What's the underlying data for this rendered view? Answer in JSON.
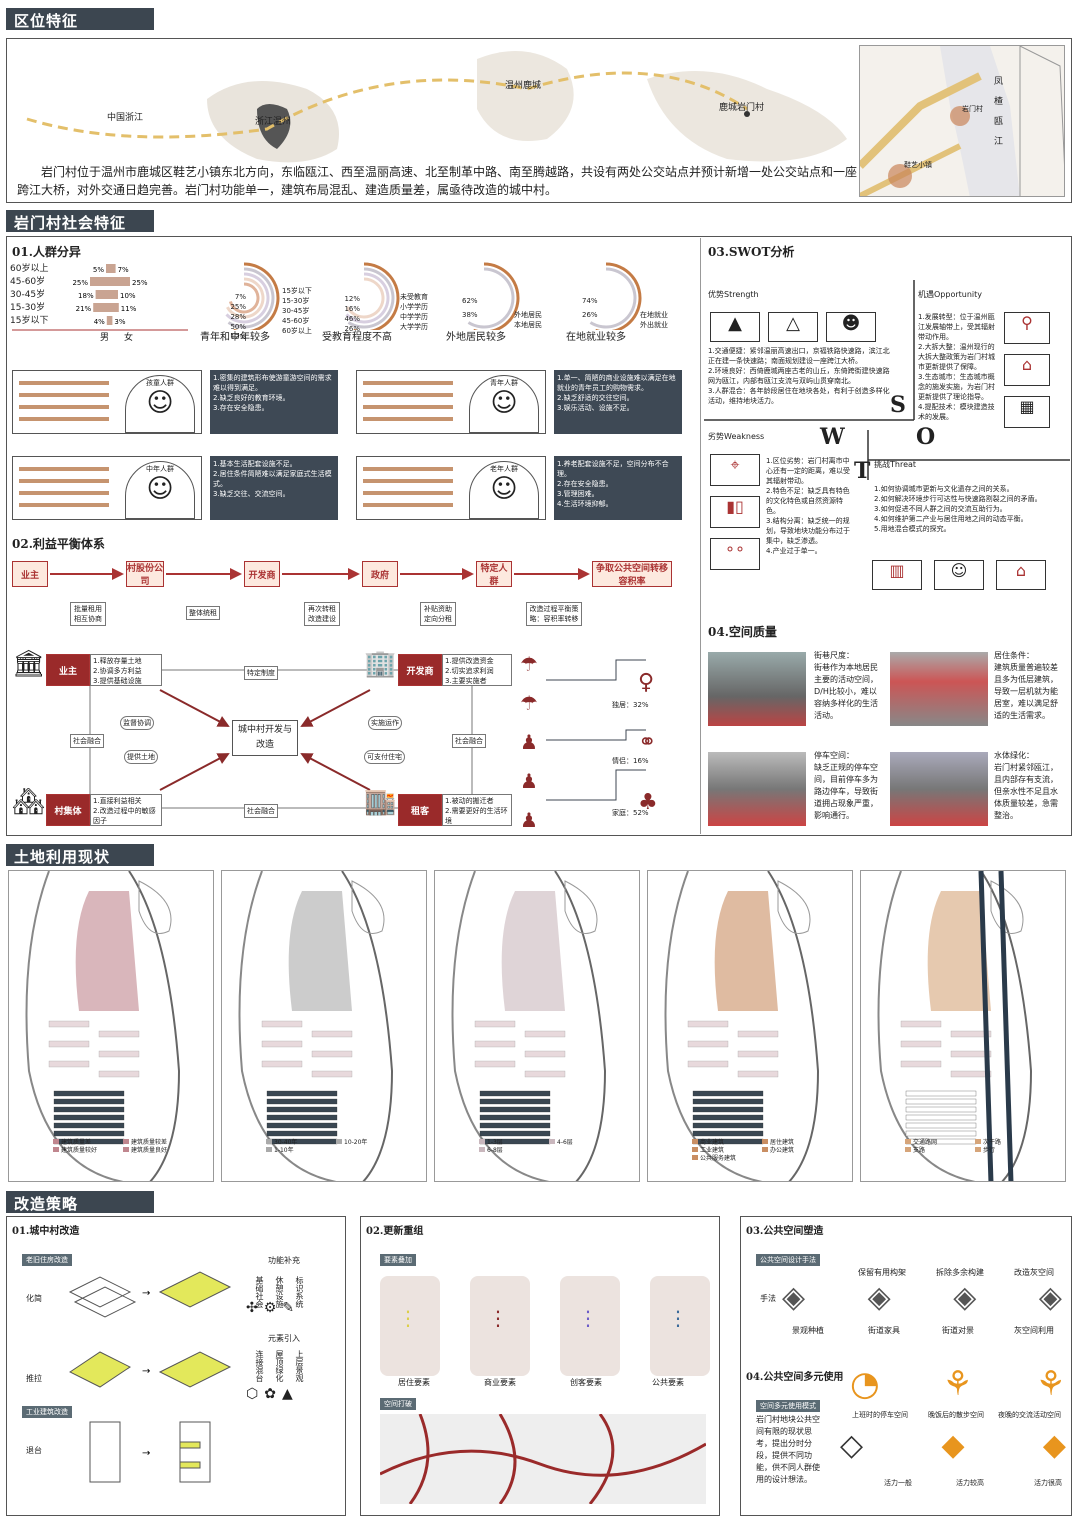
{
  "sections": {
    "location": "区位特征",
    "social": "岩门村社会特征",
    "landuse": "土地利用现状",
    "strategy": "改造策略"
  },
  "location": {
    "places": [
      "中国浙江",
      "浙江温州",
      "温州鹿城",
      "鹿城岩门村"
    ],
    "mapLabels": [
      "岩门村",
      "鞋艺小镇",
      "凤",
      "楂",
      "瓯",
      "江"
    ],
    "desc": "岩门村位于温州市鹿城区鞋艺小镇东北方向，东临瓯江、西至温丽高速、北至制革中路、南至腾越路，共设有两处公交站点并预计新增一处公交站点和一座跨江大桥，对外交通日趋完善。岩门村功能单一，建筑布局混乱、建造质量差，属亟待改造的城中村。"
  },
  "population": {
    "title": "01.人群分异",
    "ages": [
      "60岁以上",
      "45-60岁",
      "30-45岁",
      "15-30岁",
      "15岁以下"
    ],
    "male": [
      "5%",
      "25%",
      "18%",
      "21%",
      "4%"
    ],
    "female": [
      "7%",
      "25%",
      "10%",
      "11%",
      "3%"
    ],
    "maleVals": [
      5,
      25,
      18,
      21,
      4
    ],
    "femaleVals": [
      7,
      25,
      10,
      11,
      3
    ],
    "axis": [
      "男",
      "女"
    ],
    "donuts": [
      {
        "caption": "青年和中年较多",
        "legend": [
          "15岁以下",
          "15-30岁",
          "30-45岁",
          "45-60岁",
          "60岁以上"
        ],
        "pcts": [
          "7%",
          "25%",
          "28%",
          "50%",
          "12%"
        ]
      },
      {
        "caption": "受教育程度不高",
        "legend": [
          "未受教育",
          "小学学历",
          "中学学历",
          "大学学历"
        ],
        "pcts": [
          "12%",
          "16%",
          "46%",
          "26%"
        ]
      },
      {
        "caption": "外地居民较多",
        "legend": [
          "外地居民",
          "本地居民"
        ],
        "pcts": [
          "62%",
          "38%"
        ]
      },
      {
        "caption": "在地就业较多",
        "legend": [
          "在地就业",
          "外出就业"
        ],
        "pcts": [
          "74%",
          "26%"
        ]
      }
    ],
    "groups": [
      {
        "name": "孩童人群",
        "text": [
          "1.密集的建筑形布使游童游空间的需求难以得到满足。",
          "2.缺乏良好的教育环境。",
          "3.存在安全隐患。"
        ]
      },
      {
        "name": "青年人群",
        "text": [
          "1.单一、简陋的商业设施难以满足在地就业的青年员工的购物需求。",
          "2.缺乏舒适的交往空间。",
          "3.娱乐活动、设施不足。"
        ]
      },
      {
        "name": "中年人群",
        "text": [
          "1.基本生活配套设施不足。",
          "2.居住条件简陋难以满足家庭式生活模式。",
          "3.缺乏交往、交流空间。"
        ]
      },
      {
        "name": "老年人群",
        "text": [
          "1.养老配套设施不足，空间分布不合理。",
          "2.存在安全隐患。",
          "3.管理困难。",
          "4.生活环境抑郁。"
        ]
      }
    ]
  },
  "interest": {
    "title": "02.利益平衡体系",
    "nodes": [
      "业主",
      "村股份公司",
      "开发商",
      "政府",
      "特定人群",
      "争取公共空间转移容积率"
    ],
    "notes": [
      "批量租用相互协商",
      "整体统租",
      "再次转租改造建设",
      "补贴资助定向分租",
      "改造过程平衡策略：容积率转移"
    ],
    "actors": [
      "业主",
      "开发商",
      "村集体",
      "租客"
    ],
    "actorText": [
      [
        "1.释放存量土地",
        "2.协调多方利益",
        "3.提供基础设施"
      ],
      [
        "1.提供改造资金",
        "2.切实追求利润",
        "3.主要实施者"
      ],
      [
        "1.直接利益相关",
        "2.改造过程中的敏感因子"
      ],
      [
        "1.被动的搬迁者",
        "2.需要更好的生活环境"
      ]
    ],
    "center": "城中村开发与改造",
    "links": [
      "特定制度",
      "社会融合",
      "社会融合",
      "社会融合",
      "监督协调",
      "提供土地",
      "实施运作",
      "可支付住宅"
    ],
    "stats": [
      "独居：32%",
      "情侣：16%",
      "家庭：52%"
    ]
  },
  "swot": {
    "title": "03.SWOT分析",
    "strength": {
      "head": "优势Strength",
      "text": [
        "1.交通便捷：紧邻温丽高速出口，京福铁路快速路，滨江北正在建一条快速路；南面规划建设一座跨江大桥。",
        "2.环境良好：西倚鹿城两座古老的山丘，东倚跨街建快速路网为瓯江，内部有瓯江支流与双屿山贯穿南北。",
        "3.人群混合：各年龄段居住在地块各处，有利于创造多样化活动，维持地块活力。"
      ]
    },
    "opportunity": {
      "head": "机遇Opportunity",
      "text": [
        "1.发展转型：位于温州瓯江发展轴带上，受其辐射带动作用。",
        "2.大拆大整：温州现行的大拆大整政策为岩门村城市更新提供了保障。",
        "3.生态城市：生态城市概念的施发实施，为岩门村更新提供了理论指导。",
        "4.提配技术：模块建造技术的发展。"
      ]
    },
    "weakness": {
      "head": "劣势Weakness",
      "text": [
        "1.区位劣势：岩门村离市中心还有一定的距离，难以受其辐射带动。",
        "2.特色不足：缺乏具有特色的文化特色或自然资源特色。",
        "3.结构分离：缺乏统一的规划，导致地块功能分布过于集中，缺乏渗透。",
        "4.产业过于单一。"
      ]
    },
    "threat": {
      "head": "挑战Threat",
      "text": [
        "1.如何协调城市更新与文化遗存之间的关系。",
        "2.如何解决环境步行可达性与快速路割裂之间的矛盾。",
        "3.如何促进不同人群之间的交流互助行为。",
        "4.如何维护第二产业与居住用地之间的动态平衡。",
        "5.用地混合模式的探究。"
      ]
    },
    "letters": [
      "S",
      "W",
      "O",
      "T"
    ]
  },
  "space": {
    "title": "04.空间质量",
    "items": [
      {
        "head": "街巷尺度：",
        "text": "街巷作为本地居民主要的活动空间，D/H比较小，难以容纳多样化的生活活动。"
      },
      {
        "head": "居住条件：",
        "text": "建筑质量普遍较差且多为低层建筑，导致一层机就为能居室，难以满足舒适的生活需求。"
      },
      {
        "head": "停车空间：",
        "text": "缺乏正规的停车空间，目前停车多为路边停车，导致街道拥占现象严重，影响通行。"
      },
      {
        "head": "水体绿化：",
        "text": "岩门村紧邻瓯江，且内部存有支流，但亲水性不足且水体质量较差，急需整治。"
      }
    ]
  },
  "landuse": {
    "legends": [
      [
        "建筑质量差",
        "建筑质量较差",
        "建筑质量较好",
        "建筑质量良好"
      ],
      [
        "30-40年",
        "10-20年",
        "1-10年"
      ],
      [
        "1-3层",
        "4-6层",
        "6-8层"
      ],
      [
        "商业建筑",
        "居住建筑",
        "工业建筑",
        "办公建筑",
        "公共服务建筑"
      ],
      [
        "交通路网",
        "次干路",
        "支路",
        "步行"
      ]
    ]
  },
  "strategy": {
    "p1": {
      "title": "01.城中村改造",
      "tags": [
        "老旧住房改造",
        "工业建筑改造"
      ],
      "rows": [
        "化简",
        "推拉",
        "退台"
      ],
      "func": "功能补充",
      "funcItems": [
        "基础社会",
        "休憩设施",
        "标识系统"
      ],
      "elem": "元素引入",
      "elemItems": [
        "连接混台",
        "屋顶绿化",
        "上层景观"
      ]
    },
    "p2": {
      "title": "02.更新重组",
      "tags": [
        "要素叠加",
        "空间打破"
      ],
      "items": [
        "居住要素",
        "商业要素",
        "创客要素",
        "公共要素"
      ]
    },
    "p3": {
      "title": "03.公共空间塑造",
      "tag": "公共空间设计手法",
      "side": "手法",
      "top": [
        "保留有用构架",
        "拆除多余构建",
        "改造灰空间"
      ],
      "bottom": [
        "景观种植",
        "街道家具",
        "街道对景",
        "灰空间利用"
      ]
    },
    "p4": {
      "title": "04.公共空间多元使用",
      "tag": "空间多元使用模式",
      "text": "岩门村地块公共空间有限的现状思考，提出分时分段，提供不同功能，供不同人群使用的设计想法。",
      "top": [
        "上班时的停车空间",
        "晚饭后的散步空间",
        "夜晚的交流活动空间"
      ],
      "bottom": [
        "活力一般",
        "活力较高",
        "活力很高"
      ]
    }
  }
}
